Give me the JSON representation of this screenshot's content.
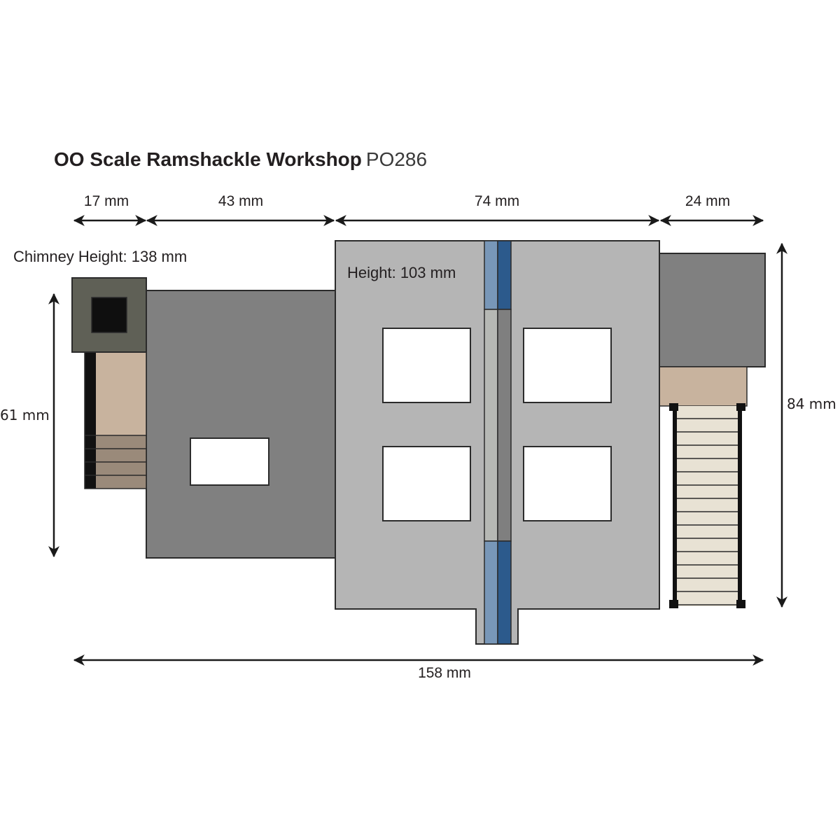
{
  "title": {
    "name": "OO Scale Ramshackle Workshop",
    "code": "PO286"
  },
  "dimensions": {
    "top": [
      {
        "label": "17 mm",
        "value_mm": 17
      },
      {
        "label": "43 mm",
        "value_mm": 43
      },
      {
        "label": "74 mm",
        "value_mm": 74
      },
      {
        "label": "24 mm",
        "value_mm": 24
      }
    ],
    "total_width": {
      "label": "158 mm",
      "value_mm": 158
    },
    "left_height": {
      "label": "61 mm",
      "value_mm": 61
    },
    "right_height": {
      "label": "84 mm",
      "value_mm": 84
    }
  },
  "annotations": {
    "chimney_height": "Chimney Height: 138 mm",
    "main_height": "Height: 103 mm"
  },
  "colors": {
    "chimney_cap": "#5f6056",
    "chimney_flue": "#0f0f0f",
    "chimney_stack": "#c8b39e",
    "chimney_base": "#9a8a7a",
    "chimney_post": "#111111",
    "left_wing_roof": "#808080",
    "main_roof": "#b5b5b5",
    "ridge_light": "#b6b8b4",
    "ridge_dark": "#7f7f7f",
    "gutter_light_blue": "#7897b8",
    "gutter_dark_blue": "#2c5a8c",
    "right_wing_roof": "#808080",
    "right_wing_landing": "#c8b39e",
    "stair_tread": "#e8e2d4",
    "window": "#ffffff",
    "outline": "#2b2b2b"
  }
}
